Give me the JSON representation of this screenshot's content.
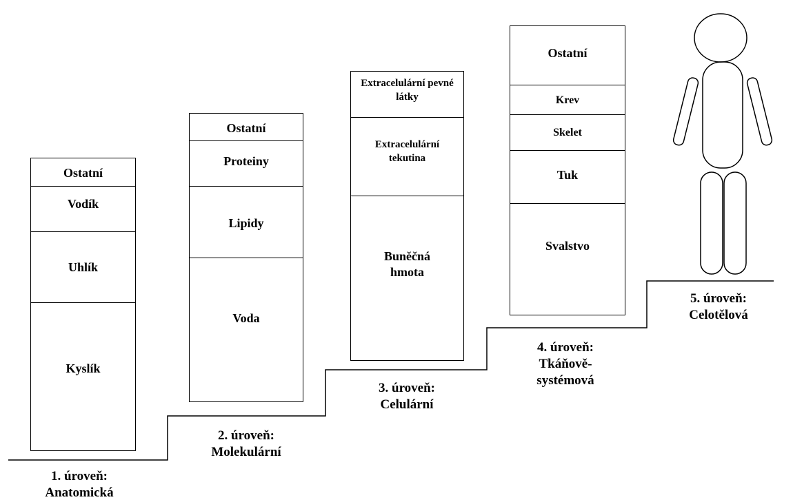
{
  "levels": [
    {
      "title": "1. úroveň:",
      "name": "Anatomická",
      "segments": [
        "Ostatní",
        "Vodík",
        "Uhlík",
        "Kyslík"
      ]
    },
    {
      "title": "2. úroveň:",
      "name": "Molekulární",
      "segments": [
        "Ostatní",
        "Proteiny",
        "Lipidy",
        "Voda"
      ]
    },
    {
      "title": "3. úroveň:",
      "name": "Celulární",
      "segments": [
        "Extracelulární pevné látky",
        "Extracelulární tekutina",
        "Buněčná hmota"
      ]
    },
    {
      "title": "4. úroveň:",
      "name": "Tkáňově-systémová",
      "segments": [
        "Ostatní",
        "Krev",
        "Skelet",
        "Tuk",
        "Svalstvo"
      ]
    },
    {
      "title": "5. úroveň:",
      "name": "Celotělová",
      "segments": []
    }
  ]
}
